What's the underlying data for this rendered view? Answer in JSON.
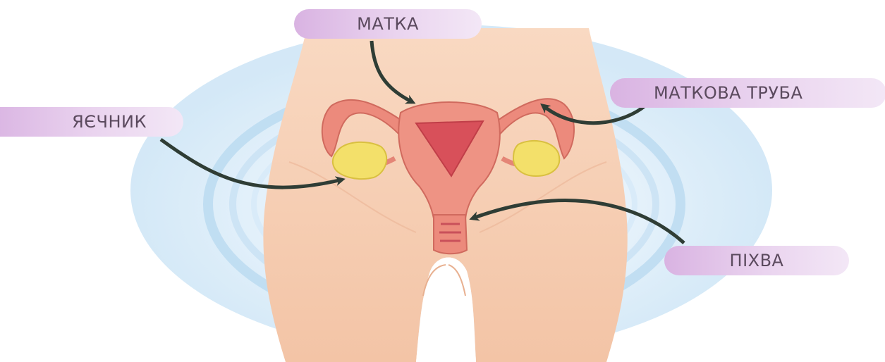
{
  "labels": {
    "uterus": "МАТКА",
    "fallopian_tube": "МАТКОВА ТРУБА",
    "ovary": "ЯЄЧНИК",
    "vagina": "ПІХВА"
  },
  "colors": {
    "label_fill": "#e2c7ea",
    "label_text": "#5b4a5e",
    "arrow": "#2f3d35",
    "skin": "#f7cfb3",
    "organ": "#ec8a7c",
    "uterine_cavity": "#d8505a",
    "ovary": "#f3e06a",
    "background_glow": "#cfe6f6"
  }
}
